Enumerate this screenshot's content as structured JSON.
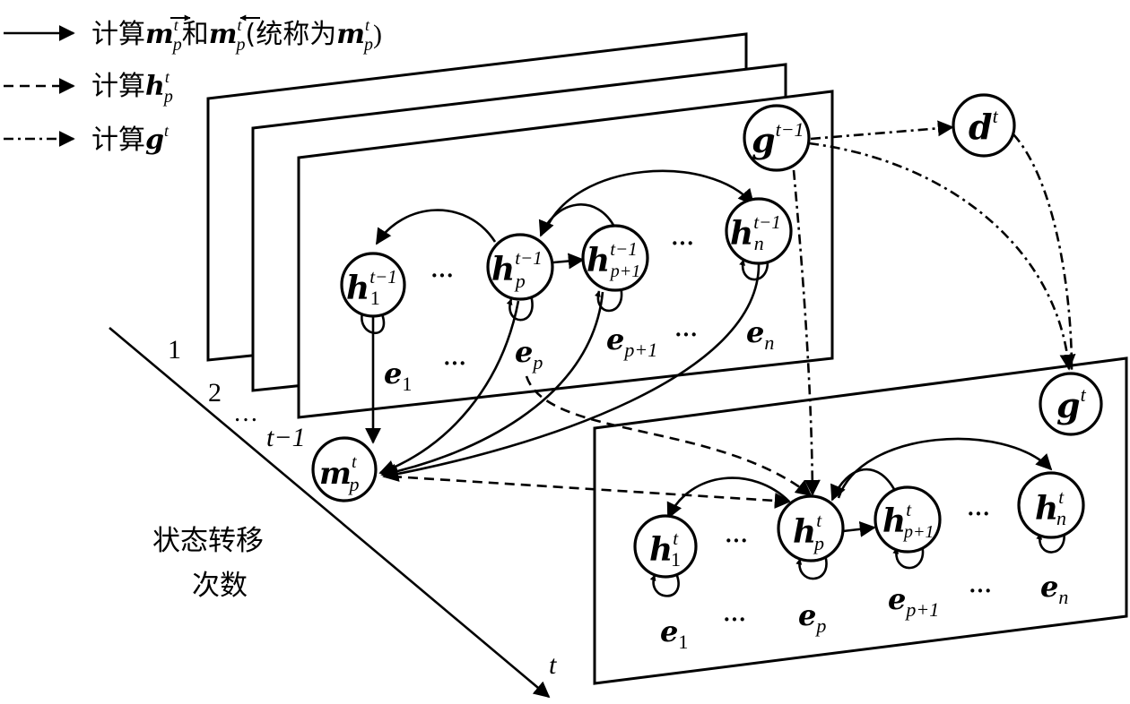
{
  "legend": {
    "solid": {
      "prefix": "计算",
      "sym1": "m",
      "sup1": "t",
      "sub1": "p",
      "conj": "和",
      "sym2": "m",
      "sup2": "t",
      "sub2": "p",
      "paren_open": "(统称为",
      "sym3": "m",
      "sup3": "t",
      "sub3": "p",
      "paren_close": ")"
    },
    "dashed": {
      "prefix": "计算",
      "sym": "h",
      "sup": "t",
      "sub": "p"
    },
    "dashdot": {
      "prefix": "计算",
      "sym": "g",
      "sup": "t"
    }
  },
  "axis": {
    "frame_labels": [
      "1",
      "2",
      "t−1"
    ],
    "ellipsis": "…",
    "time_label": "t",
    "caption_line1": "状态转移",
    "caption_line2": "次数"
  },
  "ellipsis": "···",
  "prev_state": {
    "g": {
      "sym": "g",
      "sup": "t−1"
    },
    "h1": {
      "sym": "h",
      "sup": "t−1",
      "sub": "1"
    },
    "hp": {
      "sym": "h",
      "sup": "t−1",
      "sub": "p"
    },
    "hp1": {
      "sym": "h",
      "sup": "t−1",
      "sub": "p+1"
    },
    "hn": {
      "sym": "h",
      "sup": "t−1",
      "sub": "n"
    },
    "e1": {
      "sym": "e",
      "sub": "1"
    },
    "ep": {
      "sym": "e",
      "sub": "p"
    },
    "ep1": {
      "sym": "e",
      "sub": "p+1"
    },
    "en": {
      "sym": "e",
      "sub": "n"
    }
  },
  "message": {
    "sym": "m",
    "sup": "t",
    "sub": "p"
  },
  "dnode": {
    "sym": "d",
    "sup": "t"
  },
  "curr_state": {
    "g": {
      "sym": "g",
      "sup": "t"
    },
    "h1": {
      "sym": "h",
      "sup": "t",
      "sub": "1"
    },
    "hp": {
      "sym": "h",
      "sup": "t",
      "sub": "p"
    },
    "hp1": {
      "sym": "h",
      "sup": "t",
      "sub": "p+1"
    },
    "hn": {
      "sym": "h",
      "sup": "t",
      "sub": "n"
    },
    "e1": {
      "sym": "e",
      "sub": "1"
    },
    "ep": {
      "sym": "e",
      "sub": "p"
    },
    "ep1": {
      "sym": "e",
      "sub": "p+1"
    },
    "en": {
      "sym": "e",
      "sub": "n"
    }
  }
}
